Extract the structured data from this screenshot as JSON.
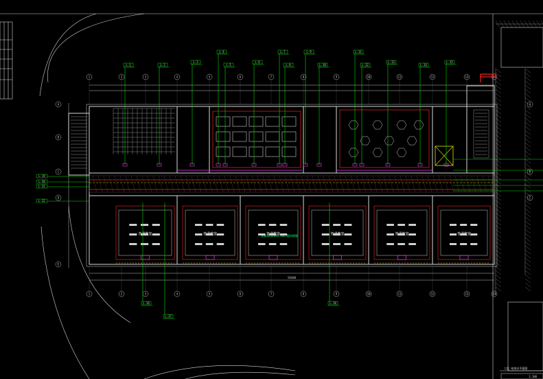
{
  "drawing": {
    "background": "#000000",
    "colors": {
      "wall": "#d8d8d8",
      "grid": "#bfbfbf",
      "leader": "#00e000",
      "red": "#ff2020",
      "magenta": "#ff33ff",
      "yellow": "#e6e600",
      "cyan": "#00e0e0"
    },
    "corridor_label": "走廊采用DN20,DN25镀锌钢管",
    "classrooms": [
      {
        "label": "普通教室"
      },
      {
        "label": "普通教室"
      },
      {
        "label": "普通教室"
      },
      {
        "label": "普通教室"
      },
      {
        "label": "普通教室"
      },
      {
        "label": "普通教室"
      }
    ],
    "top_tags": [
      "L-1",
      "L-2",
      "L-3",
      "L-4",
      "L-5",
      "L-6",
      "L-7",
      "L-8",
      "L-9",
      "L-10",
      "L-11",
      "L-12",
      "L-13",
      "L-14",
      "L-15"
    ],
    "bottom_tags": [
      "L-16",
      "L-17",
      "L-18"
    ],
    "left_tags": [
      "L-19",
      "L-20",
      "L-21",
      "L-22"
    ],
    "top_grid": [
      "1",
      "2",
      "3",
      "4",
      "5",
      "6",
      "7",
      "8",
      "9",
      "10",
      "11",
      "12",
      "13",
      "14"
    ],
    "side_grid_left": [
      "A",
      "B",
      "C",
      "D",
      "E"
    ],
    "side_grid_right": [
      "A",
      "B",
      "C",
      "D"
    ],
    "dimension_total": "50400",
    "title_block": {
      "title": "二层 给排水平面图",
      "scale": "1:100"
    }
  }
}
